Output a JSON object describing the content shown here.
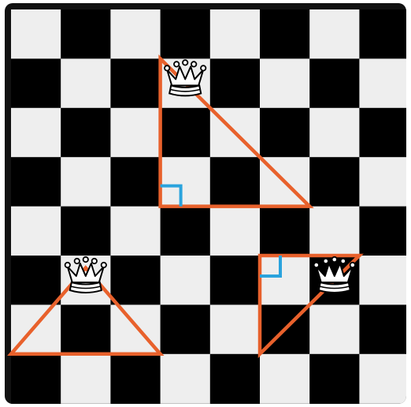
{
  "board": {
    "rows": 8,
    "cols": 8,
    "light_color": "#eeeeee",
    "dark_color": "#000000",
    "frame_color": "#111111"
  },
  "overlay": {
    "triangle_color": "#e8612c",
    "right_angle_marker_color": "#2aa3dd"
  },
  "pieces": [
    {
      "name": "queen-top",
      "type": "queen",
      "color": "white",
      "square": {
        "row": 1,
        "col": 3
      }
    },
    {
      "name": "queen-left",
      "type": "queen",
      "color": "white",
      "square": {
        "row": 5,
        "col": 1
      }
    },
    {
      "name": "queen-right",
      "type": "queen",
      "color": "white",
      "square": {
        "row": 5,
        "col": 6
      }
    }
  ],
  "triangles": [
    {
      "name": "right-triangle-top",
      "points": [
        [
          3,
          1
        ],
        [
          3,
          4
        ],
        [
          6,
          4
        ]
      ],
      "right_angle_at": [
        3,
        4
      ]
    },
    {
      "name": "isosceles-triangle-left",
      "points": [
        [
          1.5,
          5.25
        ],
        [
          0,
          7
        ],
        [
          3,
          7
        ]
      ],
      "apex_marker_at": [
        1.5,
        5.25
      ]
    },
    {
      "name": "right-triangle-right",
      "points": [
        [
          5,
          5
        ],
        [
          7,
          5
        ],
        [
          5,
          7
        ]
      ],
      "right_angle_at": [
        5,
        5
      ]
    }
  ]
}
